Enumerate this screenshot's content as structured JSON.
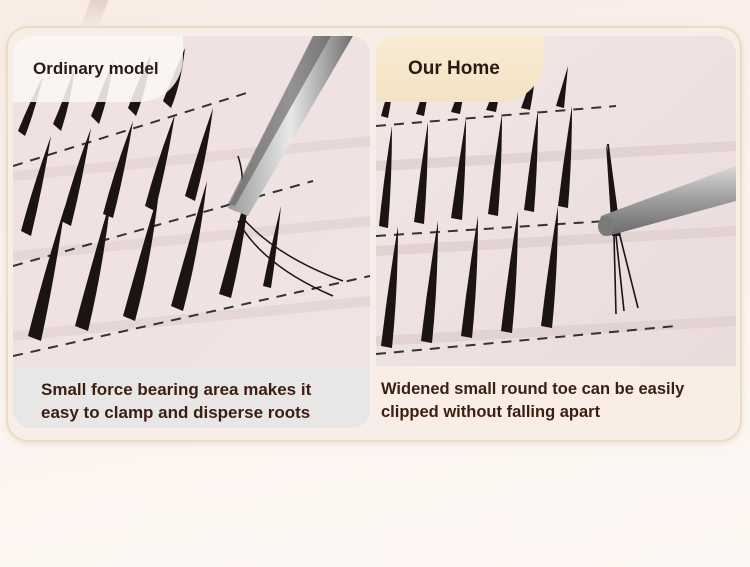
{
  "comparison": {
    "left": {
      "title": "Ordinary model",
      "caption_line1": "Small force bearing area makes it",
      "caption_line2": "easy to clamp and disperse roots"
    },
    "right": {
      "title": "Our Home",
      "caption_line1": "Widened small round toe can be easily",
      "caption_line2": "clipped without falling apart"
    }
  },
  "icons": {
    "left_photo": "eyelash-tweezer-photo",
    "right_photo": "eyelash-tweezer-photo"
  },
  "colors": {
    "frame_border": "#eedcc0",
    "right_tab": "#f4e2c4",
    "caption_text": "#3a1f12"
  }
}
